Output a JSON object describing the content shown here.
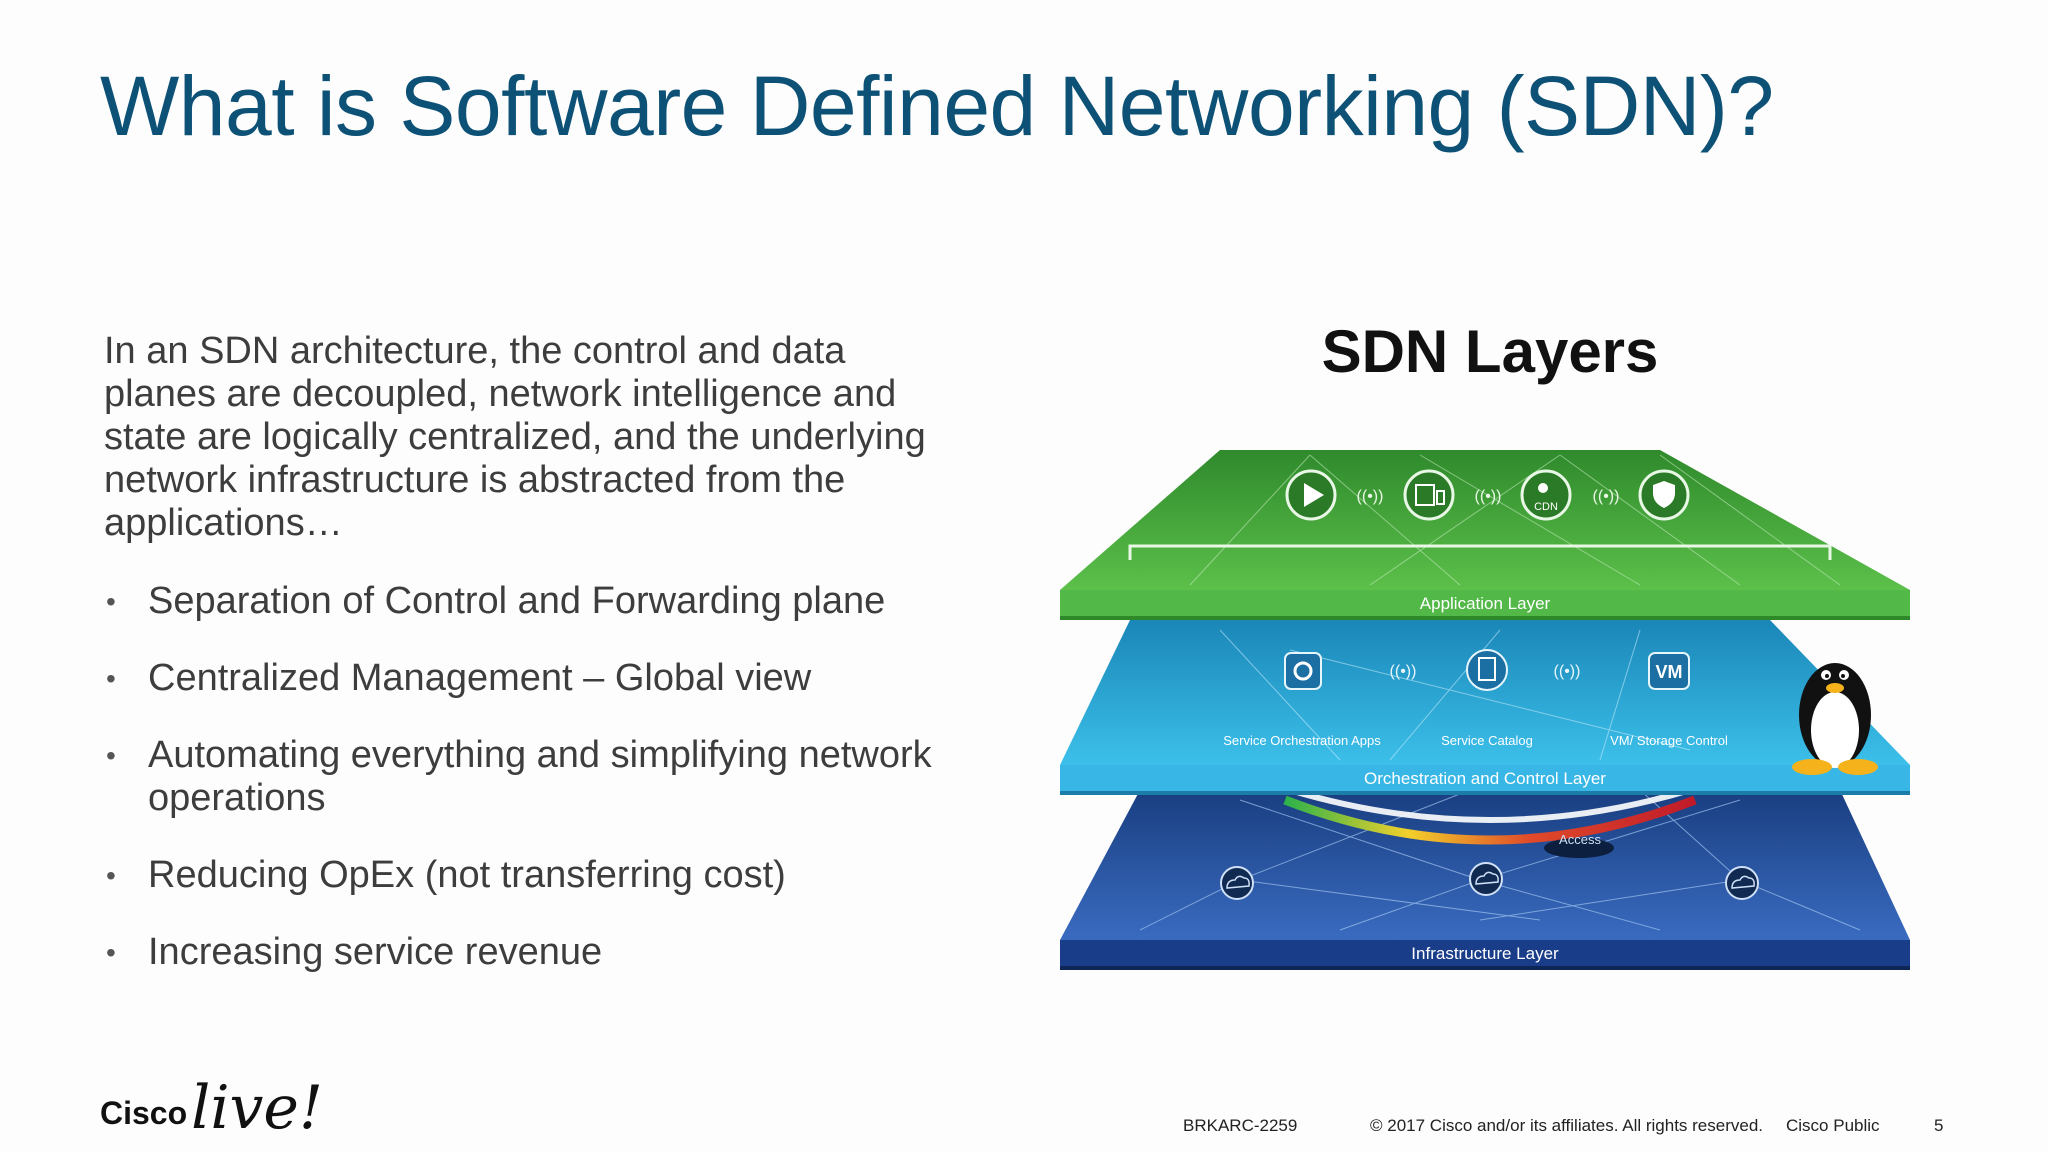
{
  "slide": {
    "title": "What is Software Defined Networking (SDN)?",
    "intro": "In an SDN architecture, the control and data planes are decoupled, network intelligence and state are logically centralized, and the underlying network infrastructure is abstracted from the applications…",
    "bullets": [
      "Separation of Control and Forwarding plane",
      "Centralized Management – Global view",
      "Automating everything and simplifying network operations",
      "Reducing OpEx (not transferring cost)",
      "Increasing service revenue"
    ],
    "bullet_glyph": "•"
  },
  "diagram": {
    "title": "SDN Layers",
    "application_layer": {
      "label": "Application Layer",
      "icons": [
        "play-icon",
        "devices-icon",
        "cdn-icon",
        "shield-icon"
      ],
      "cdn_text": "CDN",
      "color": "#3fa33a"
    },
    "orchestration_layer": {
      "label": "Orchestration and Control Layer",
      "items": [
        {
          "icon": "gear-icon",
          "label": "Service Orchestration Apps"
        },
        {
          "icon": "document-icon",
          "label": "Service Catalog"
        },
        {
          "icon": "vm-icon",
          "label": "VM/ Storage Control",
          "icon_text": "VM"
        }
      ],
      "color": "#2aa6d6"
    },
    "infrastructure_layer": {
      "label": "Infrastructure Layer",
      "access_text": "Access",
      "color": "#1f4f9e"
    },
    "link_glyph": "((•))",
    "mascot": "penguin-icon"
  },
  "logo": {
    "cisco": "Cisco",
    "live": "live!"
  },
  "footer": {
    "session": "BRKARC-2259",
    "copyright": "© 2017  Cisco and/or its affiliates. All rights reserved.",
    "classification": "Cisco Public",
    "page": "5"
  }
}
